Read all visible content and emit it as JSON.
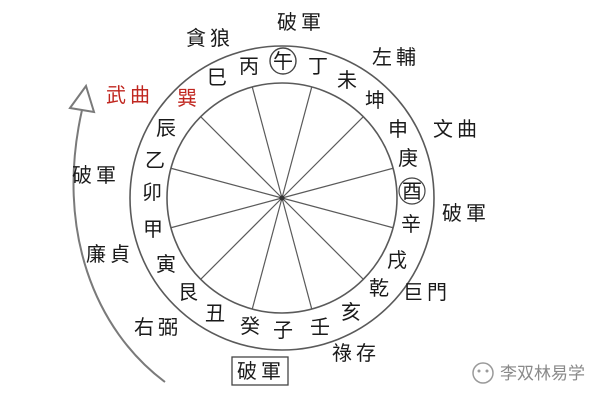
{
  "colors": {
    "line": "#5a5a5a",
    "text": "#1a1a1a",
    "highlight": "#c0261f",
    "arrow": "#7a7a7a",
    "watermark": "#8a8a8a"
  },
  "ring_labels": [
    {
      "id": "wu",
      "text": "午",
      "circled": true,
      "color": "text"
    },
    {
      "id": "ding",
      "text": "丁",
      "circled": false,
      "color": "text"
    },
    {
      "id": "wei",
      "text": "未",
      "circled": false,
      "color": "text"
    },
    {
      "id": "kun",
      "text": "坤",
      "circled": false,
      "color": "text"
    },
    {
      "id": "shen",
      "text": "申",
      "circled": false,
      "color": "text"
    },
    {
      "id": "geng",
      "text": "庚",
      "circled": false,
      "color": "text"
    },
    {
      "id": "you",
      "text": "酉",
      "circled": true,
      "color": "text"
    },
    {
      "id": "xin",
      "text": "辛",
      "circled": false,
      "color": "text"
    },
    {
      "id": "xu",
      "text": "戌",
      "circled": false,
      "color": "text"
    },
    {
      "id": "qian",
      "text": "乾",
      "circled": false,
      "color": "text"
    },
    {
      "id": "hai",
      "text": "亥",
      "circled": false,
      "color": "text"
    },
    {
      "id": "ren",
      "text": "壬",
      "circled": false,
      "color": "text"
    },
    {
      "id": "zi",
      "text": "子",
      "circled": false,
      "color": "text"
    },
    {
      "id": "gui",
      "text": "癸",
      "circled": false,
      "color": "text"
    },
    {
      "id": "chou",
      "text": "丑",
      "circled": false,
      "color": "text"
    },
    {
      "id": "gen",
      "text": "艮",
      "circled": false,
      "color": "text"
    },
    {
      "id": "yin",
      "text": "寅",
      "circled": false,
      "color": "text"
    },
    {
      "id": "jia",
      "text": "甲",
      "circled": false,
      "color": "text"
    },
    {
      "id": "mao",
      "text": "卯",
      "circled": false,
      "color": "text"
    },
    {
      "id": "yi",
      "text": "乙",
      "circled": false,
      "color": "text"
    },
    {
      "id": "chen",
      "text": "辰",
      "circled": false,
      "color": "text"
    },
    {
      "id": "xun",
      "text": "巽",
      "circled": false,
      "color": "highlight"
    },
    {
      "id": "si",
      "text": "巳",
      "circled": false,
      "color": "text"
    },
    {
      "id": "bing",
      "text": "丙",
      "circled": false,
      "color": "text"
    }
  ],
  "stars": [
    {
      "id": "pojun-top",
      "text": "破軍",
      "boxed": false,
      "color": "text"
    },
    {
      "id": "tanlang",
      "text": "貪狼",
      "boxed": false,
      "color": "text"
    },
    {
      "id": "zuofu",
      "text": "左輔",
      "boxed": false,
      "color": "text"
    },
    {
      "id": "wuqu",
      "text": "武曲",
      "boxed": false,
      "color": "highlight"
    },
    {
      "id": "wenqu",
      "text": "文曲",
      "boxed": false,
      "color": "text"
    },
    {
      "id": "pojun-left",
      "text": "破軍",
      "boxed": false,
      "color": "text"
    },
    {
      "id": "pojun-right",
      "text": "破軍",
      "boxed": false,
      "color": "text"
    },
    {
      "id": "lianzhen",
      "text": "廉貞",
      "boxed": false,
      "color": "text"
    },
    {
      "id": "jumen",
      "text": "巨門",
      "boxed": false,
      "color": "text"
    },
    {
      "id": "youbi",
      "text": "右弼",
      "boxed": false,
      "color": "text"
    },
    {
      "id": "lucun",
      "text": "祿存",
      "boxed": false,
      "color": "text"
    },
    {
      "id": "pojun-bottom",
      "text": "破軍",
      "boxed": true,
      "color": "text"
    }
  ],
  "watermark": "李双林易学"
}
